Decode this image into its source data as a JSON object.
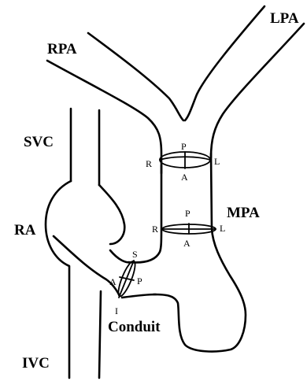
{
  "labels": {
    "lpa": "LPA",
    "rpa": "RPA",
    "svc": "SVC",
    "mpa": "MPA",
    "ra": "RA",
    "conduit": "Conduit",
    "ivc": "IVC"
  },
  "upper_ring": {
    "p": "P",
    "a": "A",
    "r": "R",
    "l": "L"
  },
  "lower_ring": {
    "p": "P",
    "a": "A",
    "r": "R",
    "l": "L"
  },
  "anastomosis": {
    "s": "S",
    "a": "A",
    "p": "P",
    "i": "I"
  }
}
